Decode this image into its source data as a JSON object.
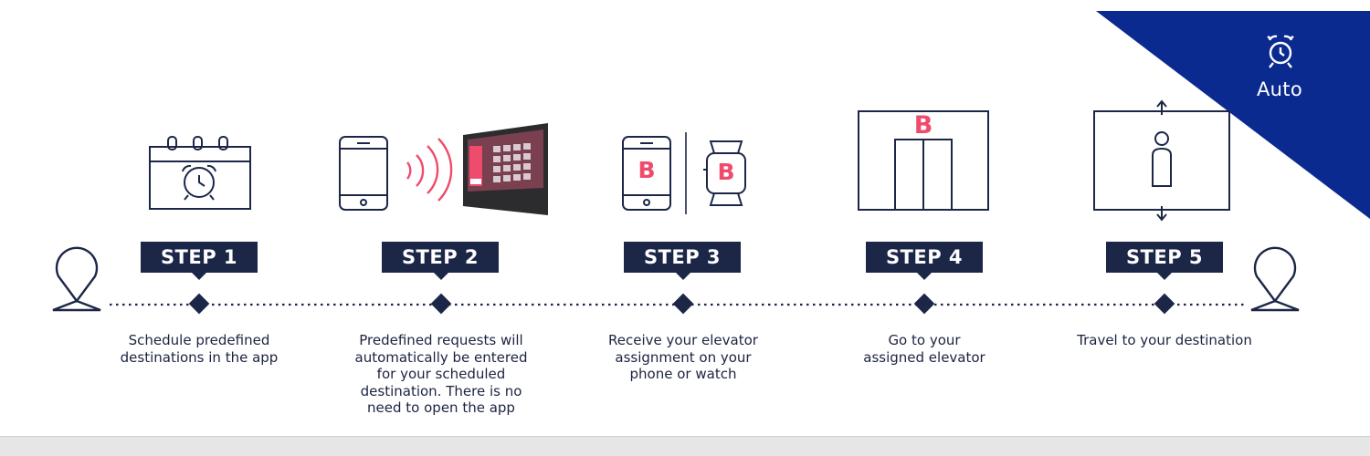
{
  "corner": {
    "label": "Auto",
    "icon": "alarm-clock-icon",
    "color": "#0b2a8f"
  },
  "accent_color": "#ef4b6c",
  "navy_color": "#1c2748",
  "steps": [
    {
      "label": "STEP 1",
      "description": "Schedule predefined\ndestinations in the app",
      "icon": "calendar-alarm-icon"
    },
    {
      "label": "STEP 2",
      "description": "Predefined requests will\nautomatically be entered\nfor your scheduled\ndestination.  There is no\nneed to open the app",
      "icon": "phone-to-panel-icon"
    },
    {
      "label": "STEP 3",
      "description": "Receive your elevator\nassignment on your\nphone or watch",
      "icon": "phone-watch-icon"
    },
    {
      "label": "STEP 4",
      "description": "Go to your\nassigned elevator",
      "icon": "elevator-door-icon"
    },
    {
      "label": "STEP 5",
      "description": "Travel to your destination",
      "icon": "elevator-car-icon"
    }
  ],
  "assignment_letter": "B"
}
